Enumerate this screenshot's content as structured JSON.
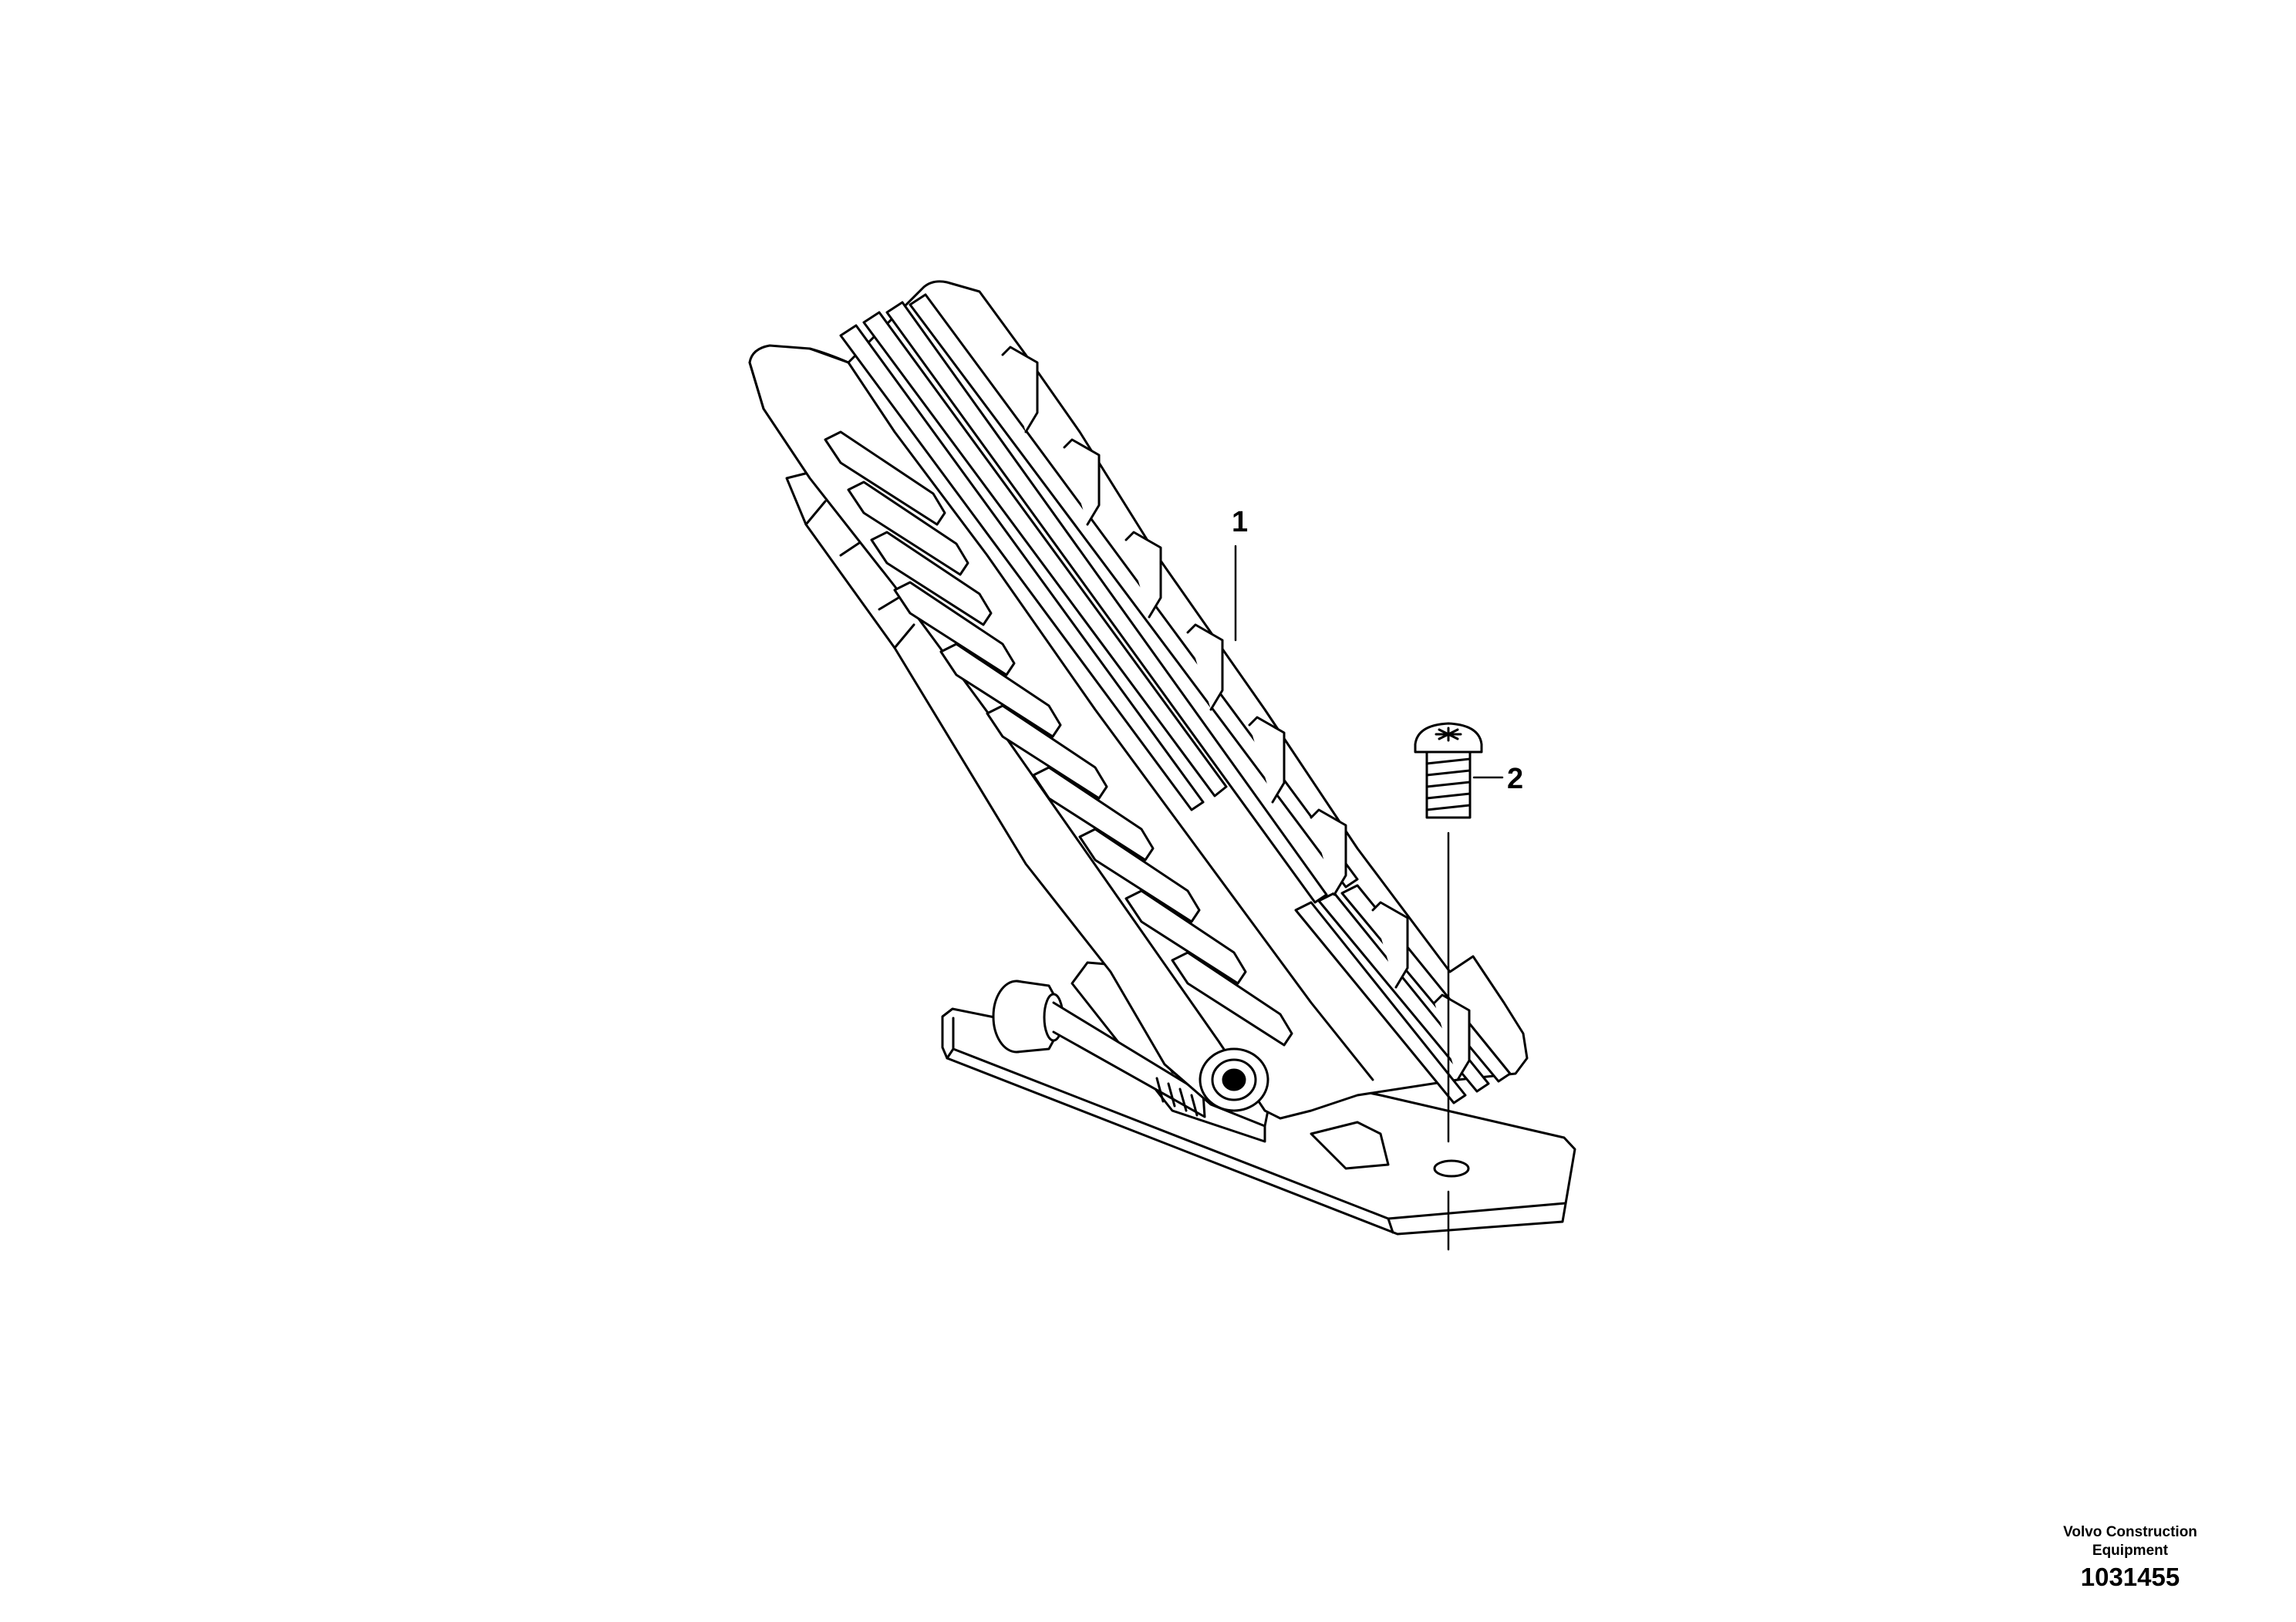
{
  "callouts": [
    {
      "id": "1",
      "label": "1"
    },
    {
      "id": "2",
      "label": "2"
    }
  ],
  "parts": [
    {
      "callout": "1",
      "name": "accelerator-pedal"
    },
    {
      "callout": "2",
      "name": "screw"
    }
  ],
  "footer": {
    "brand_line1": "Volvo Construction",
    "brand_line2": "Equipment",
    "figure_number": "1031455"
  },
  "colors": {
    "line": "#000000",
    "background": "#ffffff"
  }
}
